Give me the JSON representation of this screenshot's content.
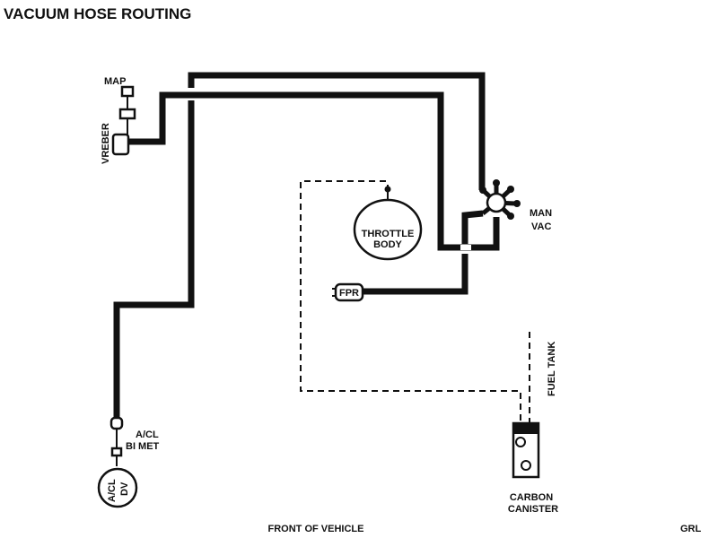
{
  "title": "VACUUM HOSE ROUTING",
  "components": {
    "map": "MAP",
    "vreber": "VREBER",
    "throttle_body_line1": "THROTTLE",
    "throttle_body_line2": "BODY",
    "man_vac_line1": "MAN",
    "man_vac_line2": "VAC",
    "fpr": "FPR",
    "fuel_tank": "FUEL TANK",
    "acl_bimet_line1": "A/CL",
    "acl_bimet_line2": "BI MET",
    "acl_dv_line1": "A/CL",
    "acl_dv_line2": "DV",
    "carbon_canister_line1": "CARBON",
    "carbon_canister_line2": "CANISTER"
  },
  "footer": {
    "front": "FRONT OF VEHICLE",
    "code": "GRL"
  }
}
